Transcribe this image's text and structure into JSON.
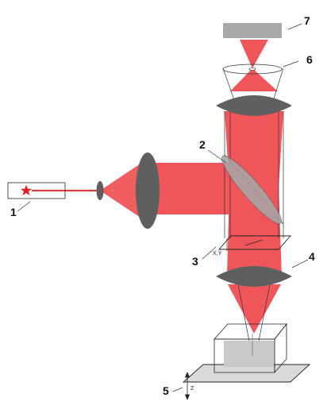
{
  "labels": {
    "n1": "1",
    "n2": "2",
    "n3": "3",
    "n4": "4",
    "n5": "5",
    "n6": "6",
    "n7": "7",
    "scan_axes": "X,Y",
    "z_axis": "Z"
  },
  "colors": {
    "beam": "#f0555a",
    "beam_dark": "#e3343b",
    "lens": "#5f5f5f",
    "dichroic": "#a8a8a8",
    "detector": "#a9a9a9",
    "sample": "#c9c9c9",
    "stage": "#d9d9d9",
    "laser_star": "#e31e24",
    "outline": "#222222"
  },
  "icons": {
    "laser_source": "star-icon"
  }
}
